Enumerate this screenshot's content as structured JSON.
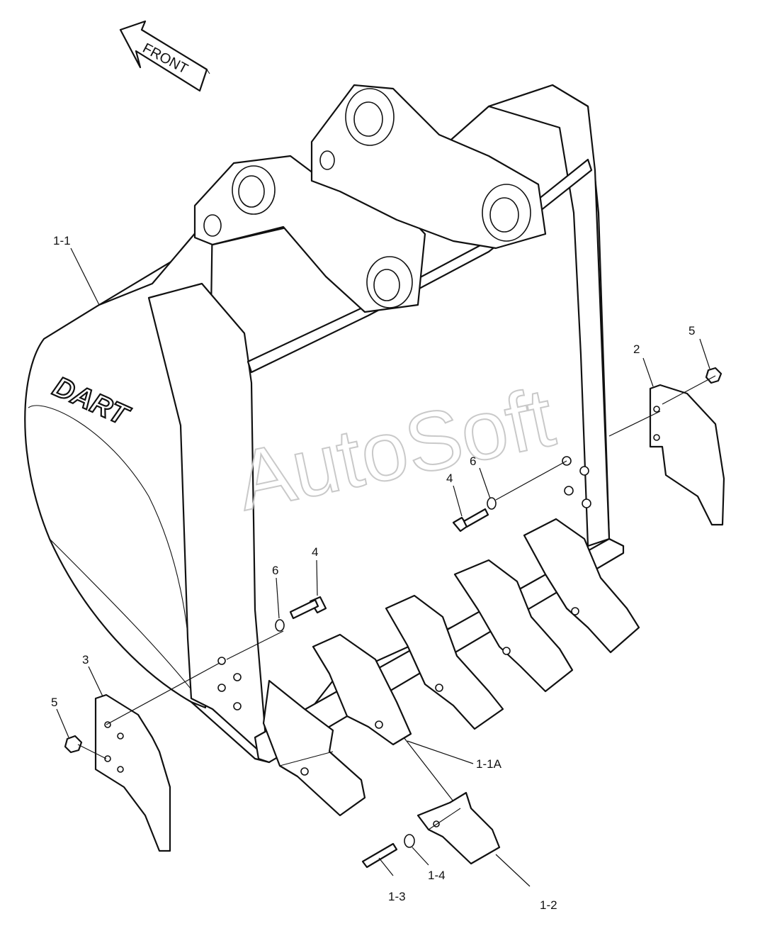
{
  "arrow": {
    "text": "FRONT"
  },
  "brand": {
    "text": "DART"
  },
  "watermark": {
    "text": "AutoSoft"
  },
  "callouts": {
    "c1_1": "1-1",
    "c1_1a": "1-1A",
    "c1_2": "1-2",
    "c1_3": "1-3",
    "c1_4": "1-4",
    "c2": "2",
    "c3": "3",
    "c4_right": "4",
    "c4_left": "4",
    "c5_right": "5",
    "c5_left": "5",
    "c6_right": "6",
    "c6_left": "6"
  }
}
